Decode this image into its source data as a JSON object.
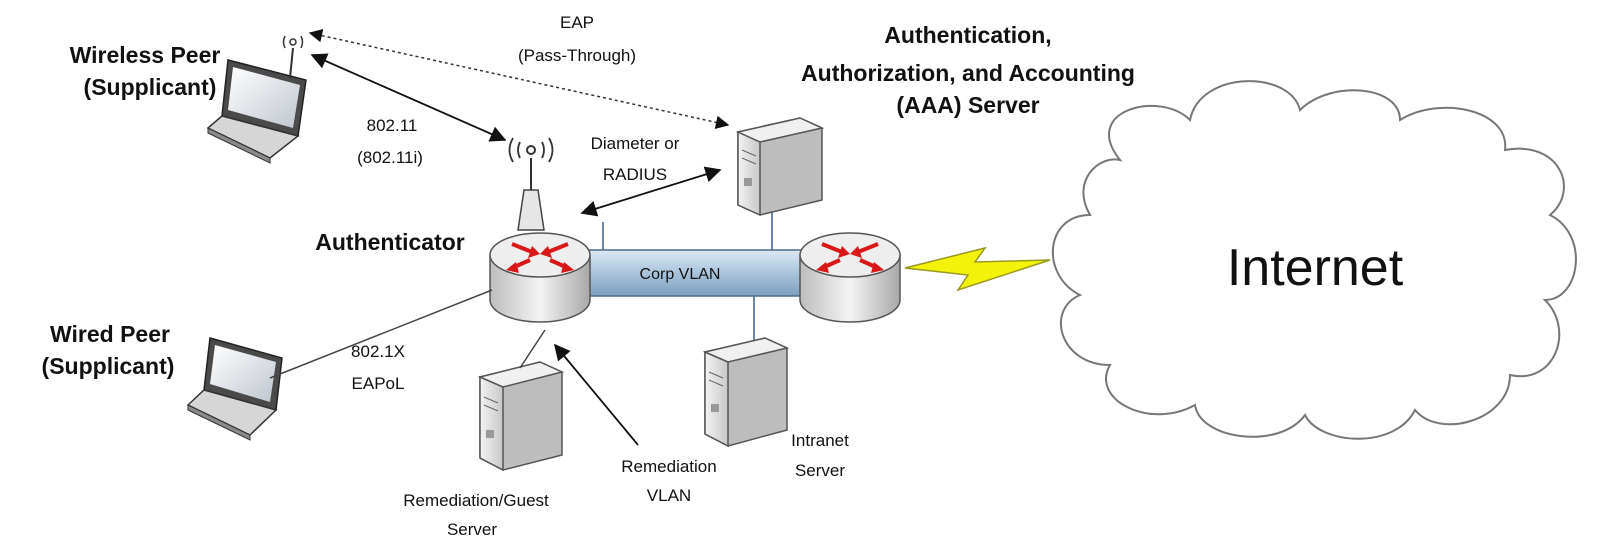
{
  "labels": {
    "wireless_peer": [
      "Wireless Peer",
      "(Supplicant)"
    ],
    "wired_peer": [
      "Wired Peer",
      "(Supplicant)"
    ],
    "authenticator": "Authenticator",
    "aaa_server": [
      "Authentication,",
      "Authorization, and Accounting",
      "(AAA) Server"
    ],
    "eap": [
      "EAP",
      "(Pass-Through)"
    ],
    "wireless_link": [
      "802.11",
      "(802.11i)"
    ],
    "radius_link": [
      "Diameter or",
      "RADIUS"
    ],
    "wired_link": [
      "802.1X",
      "EAPoL"
    ],
    "corp_vlan": "Corp VLAN",
    "remediation_vlan": [
      "Remediation",
      "VLAN"
    ],
    "remediation_server": [
      "Remediation/Guest",
      "Server"
    ],
    "intranet_server": [
      "Intranet",
      "Server"
    ],
    "internet": "Internet"
  },
  "colors": {
    "vlan_bar": "#a9c4dc",
    "router_arrow": "#d81818",
    "bolt": "#f2f20a",
    "device_gray": "#d9d9d9"
  }
}
